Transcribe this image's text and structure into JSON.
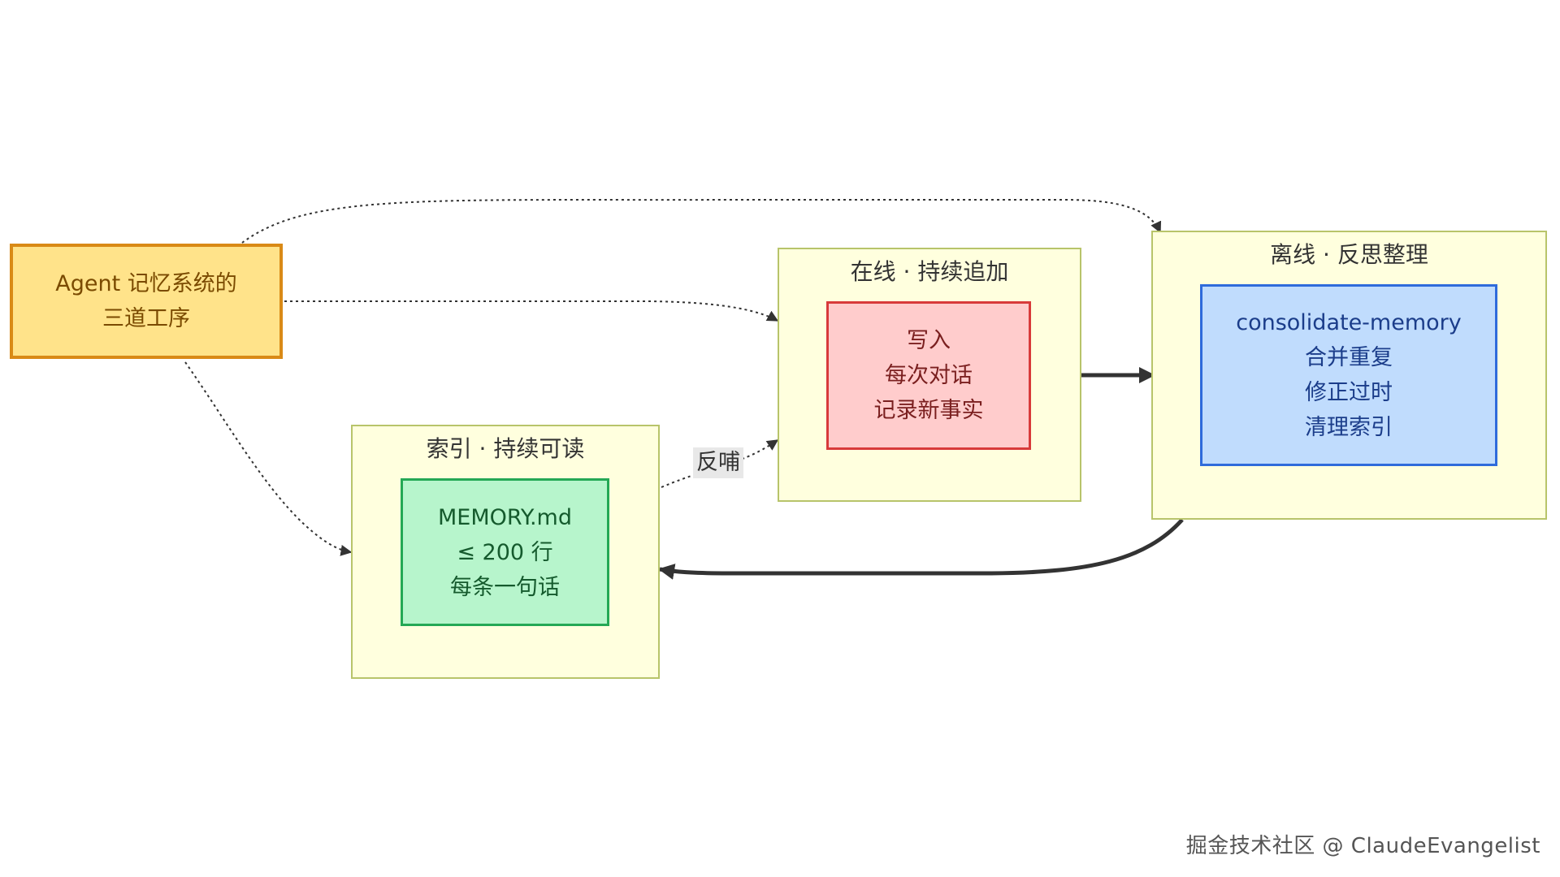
{
  "title_node": {
    "lines": [
      "Agent 记忆系统的",
      "三道工序"
    ]
  },
  "clusters": {
    "online": {
      "title": "在线 · 持续追加",
      "node_lines": [
        "写入",
        "每次对话",
        "记录新事实"
      ]
    },
    "offline": {
      "title": "离线 · 反思整理",
      "node_lines": [
        "consolidate-memory",
        "合并重复",
        "修正过时",
        "清理索引"
      ]
    },
    "index": {
      "title": "索引 · 持续可读",
      "node_lines": [
        "MEMORY.md",
        "≤ 200 行",
        "每条一句话"
      ]
    }
  },
  "edges": {
    "feedback_label": "反哺"
  },
  "watermark": "掘金技术社区 @ ClaudeEvangelist",
  "colors": {
    "cluster_fill": "#ffffde",
    "cluster_border": "#b8c46a",
    "title_fill": "#ffe38a",
    "title_border": "#d98a16",
    "write_fill": "#ffcccc",
    "write_border": "#d83a3a",
    "index_fill": "#b7f5cc",
    "index_border": "#24a855",
    "reflect_fill": "#c0dcfd",
    "reflect_border": "#2f6bdb"
  }
}
